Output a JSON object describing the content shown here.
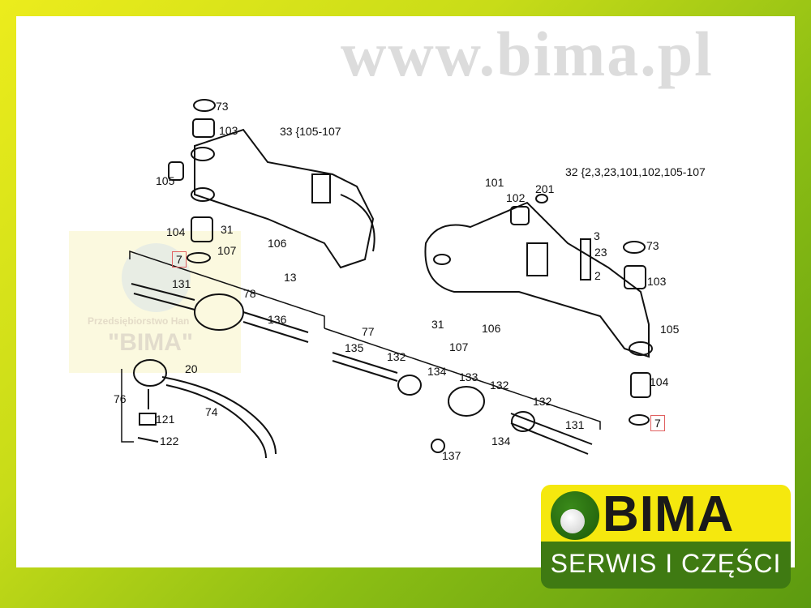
{
  "watermark": {
    "company_line": "Przedsiębiorstwo Han",
    "company_name": "\"BIMA\"",
    "url": "www.bima.pl"
  },
  "logo": {
    "name": "BIMA",
    "tagline": "SERWIS I CZĘŚCI",
    "colors": {
      "yellow": "#f5e80e",
      "green": "#3f7a12"
    }
  },
  "labels": [
    "73",
    "103",
    "33 {105-107",
    "105",
    "101",
    "32 {2,3,23,101,102,105-107",
    "102",
    "201",
    "104",
    "31",
    "106",
    "107",
    "7",
    "3",
    "73",
    "23",
    "13",
    "2",
    "103",
    "131",
    "78",
    "136",
    "31",
    "106",
    "77",
    "105",
    "107",
    "135",
    "132",
    "134",
    "133",
    "132",
    "132",
    "20",
    "76",
    "104",
    "74",
    "121",
    "7",
    "131",
    "122",
    "134",
    "137"
  ]
}
